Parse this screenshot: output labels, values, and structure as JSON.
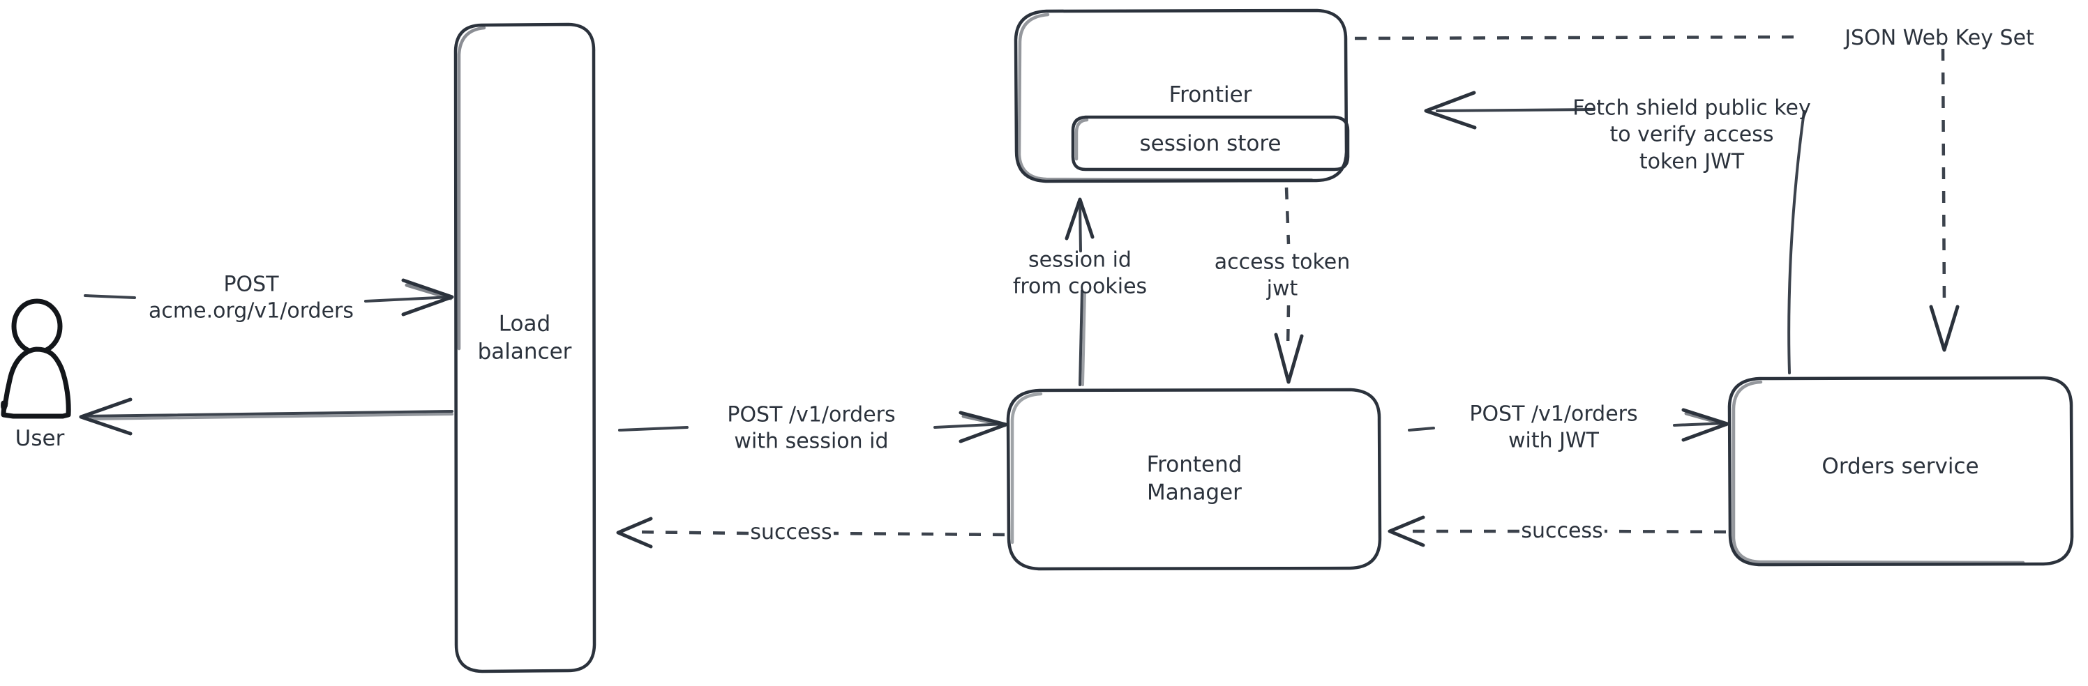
{
  "diagram": {
    "title": "Request flow with session store and JWT verification",
    "style": "hand-drawn sketch",
    "background_color": "#ffffff",
    "stroke_color": "#2b323c",
    "actor": {
      "icon": "user-person-icon",
      "label": "User"
    },
    "nodes": [
      {
        "id": "load-balancer",
        "label": "Load\nbalancer",
        "shape": "rounded-rect-tall"
      },
      {
        "id": "frontier",
        "label": "Frontier",
        "shape": "rounded-rect"
      },
      {
        "id": "session-store",
        "label": "session store",
        "shape": "rounded-rect-inner"
      },
      {
        "id": "frontend-manager",
        "label": "Frontend\nManager",
        "shape": "rounded-rect"
      },
      {
        "id": "orders-service",
        "label": "Orders service",
        "shape": "rounded-rect"
      }
    ],
    "edges": [
      {
        "id": "user-to-lb",
        "label": "POST\nacme.org/v1/orders",
        "style": "solid",
        "direction": "right"
      },
      {
        "id": "lb-to-user",
        "label": "",
        "style": "solid",
        "direction": "left"
      },
      {
        "id": "lb-to-fm",
        "label": "POST /v1/orders\nwith session id",
        "style": "solid",
        "direction": "right"
      },
      {
        "id": "fm-to-lb",
        "label": "success",
        "style": "dashed",
        "direction": "left"
      },
      {
        "id": "fm-to-frontier",
        "label": "session id\nfrom cookies",
        "style": "solid",
        "direction": "up"
      },
      {
        "id": "frontier-to-fm",
        "label": "access token\njwt",
        "style": "dashed",
        "direction": "down"
      },
      {
        "id": "fm-to-orders",
        "label": "POST /v1/orders\nwith JWT",
        "style": "solid",
        "direction": "right"
      },
      {
        "id": "orders-to-fm",
        "label": "success",
        "style": "dashed",
        "direction": "left"
      },
      {
        "id": "orders-to-frontier",
        "label": "Fetch shield public key\nto verify access\ntoken JWT",
        "style": "solid",
        "direction": "left"
      },
      {
        "id": "frontier-to-orders",
        "label": "JSON Web Key Set",
        "style": "dashed",
        "direction": "down"
      }
    ]
  },
  "labels": {
    "user": "User",
    "load_balancer": "Load\nbalancer",
    "frontier": "Frontier",
    "session_store": "session store",
    "frontend_manager": "Frontend\nManager",
    "orders_service": "Orders service",
    "post_acme_orders": "POST\nacme.org/v1/orders",
    "post_v1_orders_session": "POST /v1/orders\nwith session id",
    "success_left_lb": "success",
    "session_id_from_cookies": "session id\nfrom cookies",
    "access_token_jwt": "access token\njwt",
    "post_v1_orders_jwt": "POST /v1/orders\nwith JWT",
    "success_left_orders": "success",
    "fetch_shield_key": "Fetch shield public key\nto verify access\ntoken JWT",
    "json_web_key_set": "JSON Web Key Set"
  }
}
